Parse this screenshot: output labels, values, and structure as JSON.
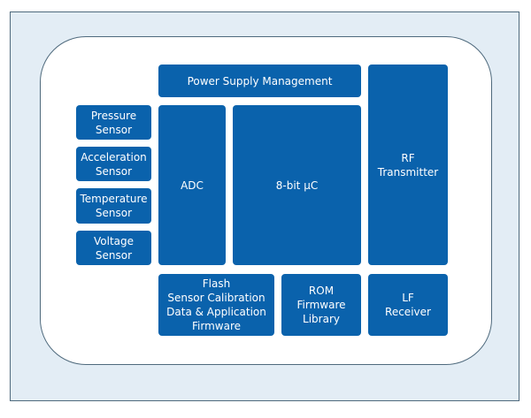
{
  "diagram": {
    "title": "",
    "colors": {
      "block_fill": "#0a62ac",
      "block_text": "#ffffff",
      "frame_background": "#e3edf5",
      "outline": "#4f6a7d"
    },
    "blocks": {
      "power_supply": "Power Supply Management",
      "rf_transmitter": "RF\nTransmitter",
      "pressure_sensor": "Pressure\nSensor",
      "acceleration_sensor": "Acceleration\nSensor",
      "temperature_sensor": "Temperature\nSensor",
      "voltage_sensor": "Voltage\nSensor",
      "adc": "ADC",
      "microcontroller": "8-bit µC",
      "flash": "Flash\nSensor Calibration\nData & Application\nFirmware",
      "rom": "ROM\nFirmware\nLibrary",
      "lf_receiver": "LF\nReceiver"
    }
  }
}
